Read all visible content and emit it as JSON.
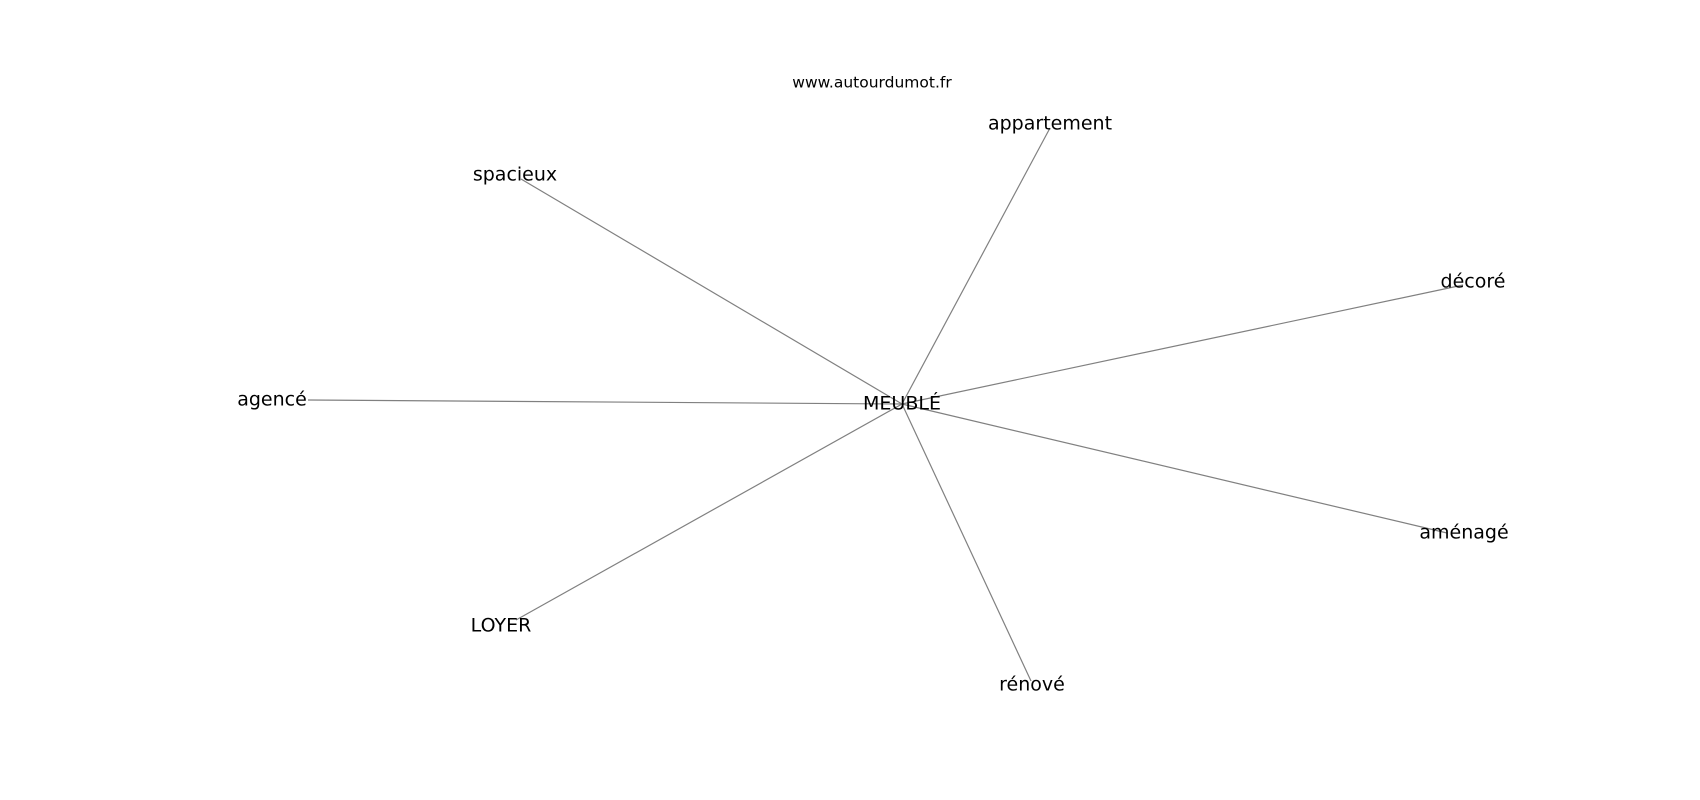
{
  "watermark": "www.autourdumot.fr",
  "graph": {
    "edge_color": "#808080",
    "center": {
      "id": "center",
      "label": "MEUBLÉ"
    },
    "nodes": [
      {
        "id": "appartement",
        "label": "appartement"
      },
      {
        "id": "spacieux",
        "label": "spacieux"
      },
      {
        "id": "decore",
        "label": "décoré"
      },
      {
        "id": "agence",
        "label": "agencé"
      },
      {
        "id": "amenage",
        "label": "aménagé"
      },
      {
        "id": "loyer",
        "label": "LOYER"
      },
      {
        "id": "renove",
        "label": "rénové"
      }
    ],
    "edges": [
      {
        "from": "center",
        "to": "appartement"
      },
      {
        "from": "center",
        "to": "spacieux"
      },
      {
        "from": "center",
        "to": "decore"
      },
      {
        "from": "center",
        "to": "agence"
      },
      {
        "from": "center",
        "to": "amenage"
      },
      {
        "from": "center",
        "to": "loyer"
      },
      {
        "from": "center",
        "to": "renove"
      }
    ]
  }
}
